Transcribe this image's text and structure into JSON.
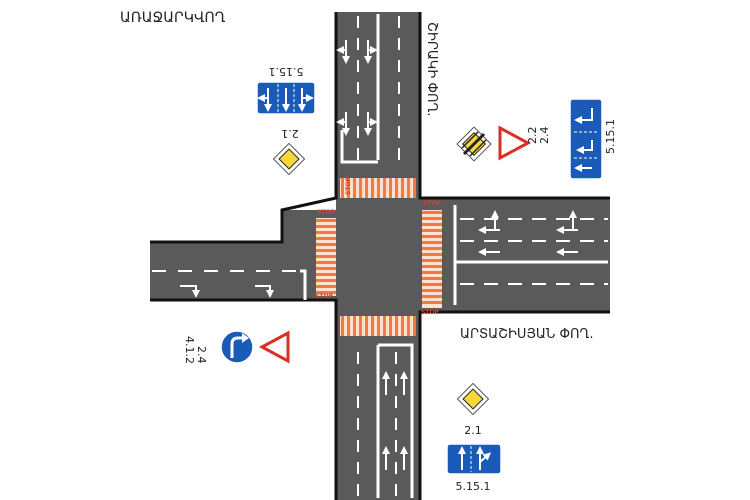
{
  "streets": {
    "north_west_label": "ԱՌԱՋԱՐԿՎՈՂ",
    "north_right_label": "ՇԻՐԱԿԻ ՓՈՂ.",
    "east_label": "ԱՐՏԱՇԻՍՅԱՆ ՓՈՂ."
  },
  "signs": {
    "nw_lane_sign_code": "5.15.1",
    "nw_priority_code": "2.1",
    "ne_codes_line1": "2.2",
    "ne_codes_line2": "2.4",
    "ne_lane_sign_code": "5.15.1",
    "sw_codes_line1": "2.4",
    "sw_codes_line2": "4.1.2",
    "se_priority_code": "2.1",
    "se_lane_sign_code": "5.15.1"
  },
  "road_marks": {
    "stop_text": "STOP"
  },
  "colors": {
    "asphalt": "#5a5a5a",
    "curb": "#111111",
    "marking": "#ffffff",
    "crosswalk_orange": "#f07a40",
    "crosswalk_light": "#fde2d2",
    "sign_blue": "#1a5bb8",
    "yield_red": "#d93025",
    "priority_yellow": "#f7d83a"
  }
}
